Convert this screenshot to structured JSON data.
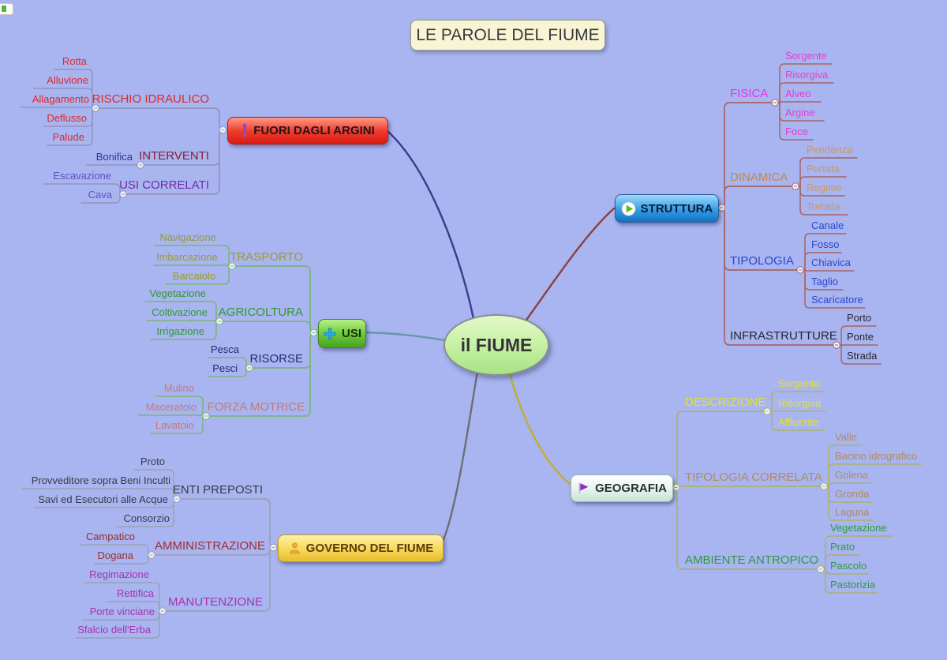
{
  "title": "LE PAROLE DEL FIUME",
  "center": {
    "label": "il FIUME"
  },
  "background_color": "#a8b5f0",
  "branches": [
    {
      "label": "FUORI DAGLI ARGINI",
      "icon": "exclamation-icon",
      "button_color": "#e42222",
      "text_color": "#241418",
      "line_color": "#9494bc",
      "curve_color": "#3a3c8c",
      "topics": [
        {
          "label": "RISCHIO IDRAULICO",
          "color": "#e02828",
          "children": [
            "Rotta",
            "Alluvione",
            "Allagamento",
            "Deflusso",
            "Palude"
          ]
        },
        {
          "label": "INTERVENTI",
          "color": "#8e1c2e",
          "child_color": "#2a3a8e",
          "children": [
            "Bonifica"
          ]
        },
        {
          "label": "USI CORRELATI",
          "color": "#7a28a8",
          "child_color": "#6050c0",
          "children": [
            "Escavazione",
            "Cava"
          ]
        }
      ]
    },
    {
      "label": "USI",
      "icon": "plus-icon",
      "button_color": "#58b428",
      "text_color": "#183008",
      "line_color": "#7cb47c",
      "curve_color": "#6898a8",
      "topics": [
        {
          "label": "TRASPORTO",
          "color": "#9a9a30",
          "children": [
            "Navigazione",
            "Imbarcazione",
            "Barcaiolo"
          ]
        },
        {
          "label": "AGRICOLTURA",
          "color": "#2e9a2e",
          "children": [
            "Vegetazione",
            "Coltivazione",
            "Irrigazione"
          ]
        },
        {
          "label": "RISORSE",
          "color": "#232a72",
          "children": [
            "Pesca",
            "Pesci"
          ]
        },
        {
          "label": "FORZA MOTRICE",
          "color": "#c87878",
          "children": [
            "Mulino",
            "Maceratoio",
            "Lavatoio"
          ]
        }
      ]
    },
    {
      "label": "GOVERNO DEL FIUME",
      "icon": "person-icon",
      "button_color": "#f0cc44",
      "text_color": "#5c3c08",
      "line_color": "#9aa2b2",
      "curve_color": "#6e6e76",
      "topics": [
        {
          "label": "ENTI PREPOSTI",
          "color": "#3a3a46",
          "children": [
            "Proto",
            "Provveditore sopra Beni Inculti",
            "Savi ed Esecutori alle Acque",
            "Consorzio"
          ]
        },
        {
          "label": "AMMINISTRAZIONE",
          "color": "#a82a2a",
          "child_color": "#943030",
          "children": [
            "Campatico",
            "Dogana"
          ]
        },
        {
          "label": "MANUTENZIONE",
          "color": "#a832b0",
          "children": [
            "Regimazione",
            "Rettifica",
            "Porte vinciane",
            "Sfalcio dell'Erba"
          ]
        }
      ]
    },
    {
      "label": "STRUTTURA",
      "icon": "play-icon",
      "button_color": "#2f94dc",
      "text_color": "#0f1c30",
      "line_color": "#a86464",
      "curve_color": "#8a4040",
      "topics": [
        {
          "label": "FISICA",
          "color": "#e832e8",
          "child_color": "#e83cd0",
          "children": [
            "Sorgente",
            "Risorgiva",
            "Alveo",
            "Argine",
            "Foce"
          ]
        },
        {
          "label": "DINAMICA",
          "color": "#c08848",
          "child_color": "#c89868",
          "children": [
            "Pendenza",
            "Portata",
            "Regime",
            "Torbida"
          ]
        },
        {
          "label": "TIPOLOGIA",
          "color": "#2e46cc",
          "children": [
            "Canale",
            "Fosso",
            "Chiavica",
            "Taglio",
            "Scaricatore"
          ]
        },
        {
          "label": "INFRASTRUTTURE",
          "color": "#26262e",
          "children": [
            "Porto",
            "Ponte",
            "Strada"
          ]
        }
      ]
    },
    {
      "label": "GEOGRAFIA",
      "icon": "flag-icon",
      "button_color": "#ddf2ec",
      "text_color": "#26322e",
      "line_color": "#aab26e",
      "curve_color": "#c2ac30",
      "topics": [
        {
          "label": "DESCRIZIONE",
          "color": "#e6e032",
          "children": [
            "Sorgente",
            "Risorgiva",
            "Affluente"
          ]
        },
        {
          "label": "TIPOLOGIA CORRELATA",
          "color": "#b28a60",
          "children": [
            "Valle",
            "Bacino idrografico",
            "Golena",
            "Gronda",
            "Laguna"
          ]
        },
        {
          "label": "AMBIENTE ANTROPICO",
          "color": "#2e9a40",
          "children": [
            "Vegetazione",
            "Prato",
            "Pascolo",
            "Pastorizia"
          ]
        }
      ]
    }
  ]
}
